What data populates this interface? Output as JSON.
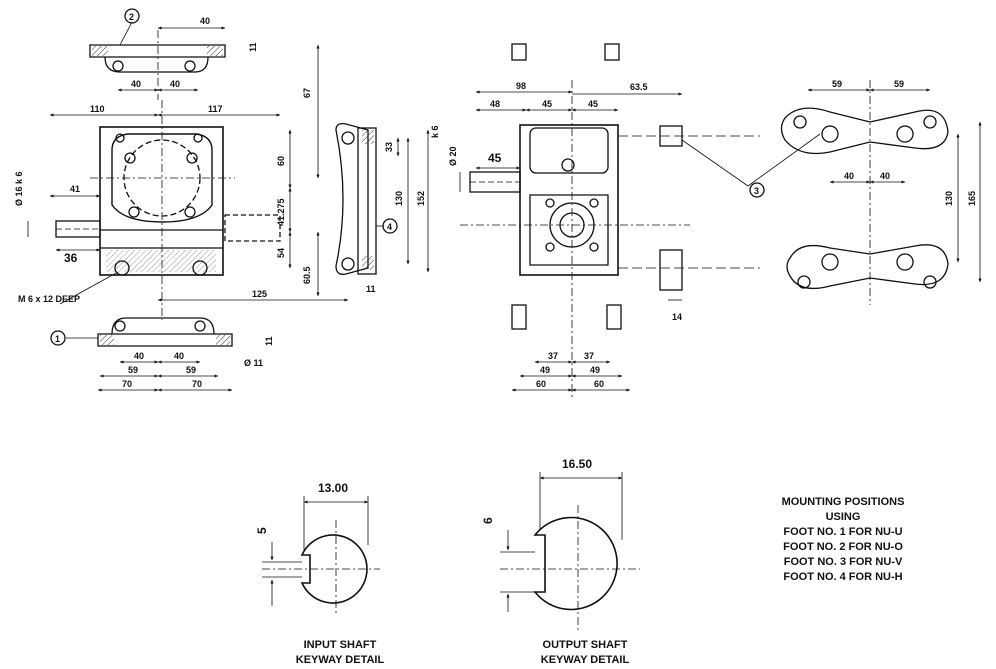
{
  "dimensions": {
    "top_40": "40",
    "top_11": "11",
    "d_40a": "40",
    "d_40b": "40",
    "w_110": "110",
    "w_117": "117",
    "h_67": "67",
    "h_60": "60",
    "h_41275": "41.275",
    "h_54": "54",
    "h_605": "60.5",
    "h_33": "33",
    "h_130": "130",
    "h_152": "152",
    "k6": "k 6",
    "d_125": "125",
    "d_11": "11",
    "dia16": "Ø 16 k 6",
    "d_41": "41",
    "d_36": "36",
    "m6": "M 6 x 12 DEEP",
    "b_11": "11",
    "b_40a": "40",
    "b_40b": "40",
    "b_59a": "59",
    "b_59b": "59",
    "b_70a": "70",
    "b_70b": "70",
    "dia11": "Ø 11",
    "f_98": "98",
    "f_635": "63.5",
    "f_48": "48",
    "f_45a": "45",
    "f_45b": "45",
    "f_dia20": "Ø 20",
    "f_45big": "45",
    "f_37a": "37",
    "f_37b": "37",
    "f_49a": "49",
    "f_49b": "49",
    "f_60a": "60",
    "f_60b": "60",
    "f_14": "14",
    "r_59a": "59",
    "r_59b": "59",
    "r_40a": "40",
    "r_40b": "40",
    "r_130": "130",
    "r_165": "165",
    "key_in_w": "13.00",
    "key_in_h": "5",
    "key_out_w": "16.50",
    "key_out_h": "6"
  },
  "callouts": {
    "c1": "1",
    "c2": "2",
    "c3": "3",
    "c4": "4"
  },
  "captions": {
    "input_line1": "INPUT SHAFT",
    "input_line2": "KEYWAY DETAIL",
    "output_line1": "OUTPUT SHAFT",
    "output_line2": "KEYWAY DETAIL"
  },
  "mounting_note": {
    "title_line1": "MOUNTING POSITIONS",
    "title_line2": "USING",
    "items": [
      "FOOT NO. 1 FOR NU-U",
      "FOOT NO. 2 FOR NU-O",
      "FOOT NO. 3 FOR NU-V",
      "FOOT NO. 4 FOR NU-H"
    ]
  }
}
